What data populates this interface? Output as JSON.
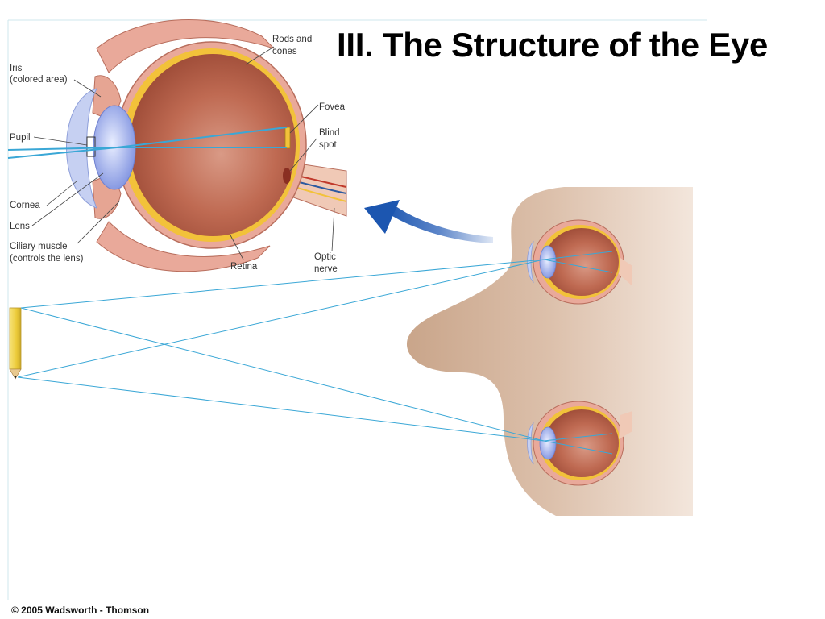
{
  "title": "III. The Structure of the Eye",
  "copyright": "© 2005 Wadsworth - Thomson",
  "labels": {
    "iris": "Iris",
    "iris_sub": "(colored area)",
    "pupil": "Pupil",
    "cornea": "Cornea",
    "lens": "Lens",
    "ciliary": "Ciliary muscle",
    "ciliary_sub": "(controls the lens)",
    "rods": "Rods and",
    "rods_sub": "cones",
    "fovea": "Fovea",
    "blind": "Blind",
    "blind_sub": "spot",
    "retina": "Retina",
    "optic": "Optic",
    "optic_sub": "nerve"
  },
  "colors": {
    "eyeball": "#b8614a",
    "sclera": "#e9a99a",
    "retina_yellow": "#f2c23a",
    "lens": "#a9b6ee",
    "cornea": "#c6d0f2",
    "ray": "#3aa7d6",
    "arrow": "#1f58b3",
    "skin": "#d9b9a2",
    "pencil": "#f3d64a"
  }
}
